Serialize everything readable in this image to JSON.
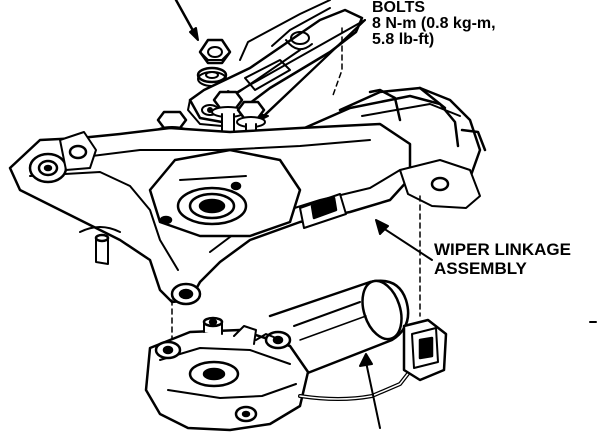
{
  "diagram": {
    "type": "exploded parts illustration",
    "colors": {
      "ink": "#000000",
      "paper": "#ffffff"
    },
    "labels": {
      "bolts": {
        "title": "BOLTS",
        "torque_line1": "8 N-m (0.8 kg-m,",
        "torque_line2": "5.8 lb-ft)"
      },
      "wiper_linkage": {
        "line1": "WIPER LINKAGE",
        "line2": "ASSEMBLY"
      }
    }
  }
}
